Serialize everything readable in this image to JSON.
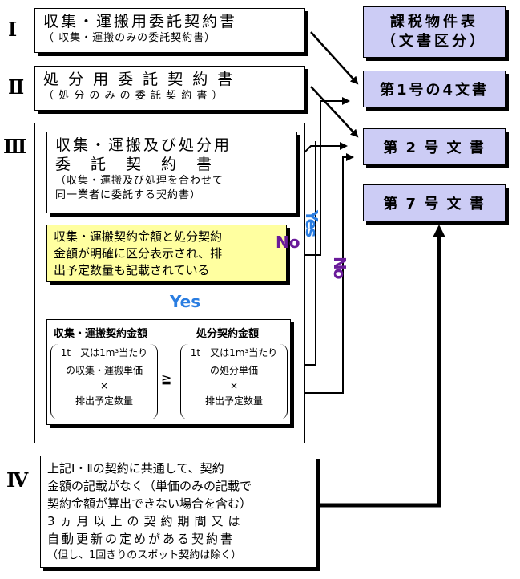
{
  "categories": {
    "header_line1": "課税物件表",
    "header_line2": "（文書区分）",
    "cat1": "第1号の4文書",
    "cat2": "第 2 号 文 書",
    "cat7": "第 7 号 文 書"
  },
  "sections": {
    "s1": {
      "roman": "Ⅰ",
      "title": "収集・運搬用委託契約書",
      "sub": "（ 収集・運搬のみの委託契約書）"
    },
    "s2": {
      "roman": "Ⅱ",
      "title": "処 分 用 委 託 契 約 書",
      "sub": "（ 処 分 の み の 委 託 契 約 書 ）"
    },
    "s3": {
      "roman": "Ⅲ",
      "title1": "収集・運搬及び処分用",
      "title2": "委　託　契　約　書",
      "sub1": "（収集・運搬及び処理を合わせて",
      "sub2": "同一業者に委託する契約書）",
      "condition_line1": "収集・運搬契約金額と処分契約",
      "condition_line2": "金額が明確に区分表示され、排",
      "condition_line3": "出予定数量も記載されている",
      "yes_label": "Yes",
      "no_label": "No",
      "yes_vertical": "Yes",
      "no_vertical": "No",
      "left_head": "収集・運搬契約金額",
      "right_head": "処分契約金額",
      "left_l1": "1t　又は1m³当たり",
      "left_l2": "の収集・運搬単価",
      "left_l3": "×",
      "left_l4": "排出予定数量",
      "geq": "≧",
      "right_l1": "1t　又は1m³当たり",
      "right_l2": "の処分単価",
      "right_l3": "×",
      "right_l4": "排出予定数量"
    },
    "s4": {
      "roman": "Ⅳ",
      "l1": "上記Ⅰ・Ⅱの契約に共通して、契約",
      "l2": "金額の記載がなく（単価のみの記載で",
      "l3": "契約金額が算出できない場合を含む）",
      "l4": "3ヵ月以上の契約期間又は",
      "l5": "自動更新の定めがある契約書",
      "l6": "（但し、1回きりのスポット契約は除く）"
    }
  },
  "colors": {
    "category_fill": "#ccccf5",
    "condition_fill": "#ffffa0",
    "yes_color": "#2a7de1",
    "no_color": "#6a1b9a"
  }
}
